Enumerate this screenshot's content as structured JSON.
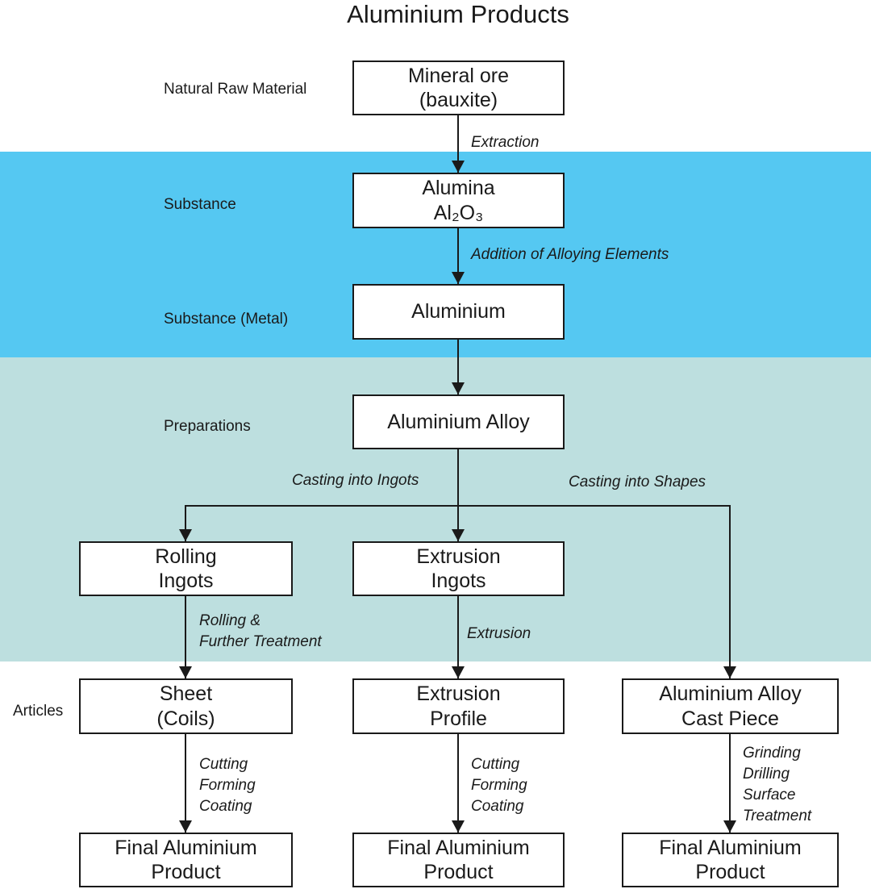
{
  "title": "Aluminium Products",
  "colors": {
    "band_blue": "#55C8F2",
    "band_teal": "#BDDFDF",
    "line": "#1a1a1a",
    "box_bg": "#ffffff"
  },
  "row_labels": {
    "natural_raw_material": "Natural Raw Material",
    "substance": "Substance",
    "substance_metal": "Substance (Metal)",
    "preparations": "Preparations",
    "articles": "Articles"
  },
  "nodes": {
    "mineral_ore": [
      "Mineral ore",
      "(bauxite)"
    ],
    "alumina": [
      "Alumina",
      "Al₂O₃"
    ],
    "aluminium": [
      "Aluminium"
    ],
    "aluminium_alloy": [
      "Aluminium Alloy"
    ],
    "rolling_ingots": [
      "Rolling",
      "Ingots"
    ],
    "extrusion_ingots": [
      "Extrusion",
      "Ingots"
    ],
    "sheet_coils": [
      "Sheet",
      "(Coils)"
    ],
    "extrusion_profile": [
      "Extrusion",
      "Profile"
    ],
    "cast_piece": [
      "Aluminium Alloy",
      "Cast Piece"
    ],
    "final_left": [
      "Final Aluminium",
      "Product"
    ],
    "final_center": [
      "Final Aluminium",
      "Product"
    ],
    "final_right": [
      "Final Aluminium",
      "Product"
    ]
  },
  "edge_labels": {
    "extraction": "Extraction",
    "alloying": "Addition of Alloying Elements",
    "casting_ingots": "Casting into Ingots",
    "casting_shapes": "Casting into Shapes",
    "rolling": [
      "Rolling &",
      "Further Treatment"
    ],
    "extrusion": "Extrusion",
    "cutting_left": [
      "Cutting",
      "Forming",
      "Coating"
    ],
    "cutting_center": [
      "Cutting",
      "Forming",
      "Coating"
    ],
    "grinding": [
      "Grinding",
      "Drilling",
      "Surface",
      "Treatment"
    ]
  }
}
